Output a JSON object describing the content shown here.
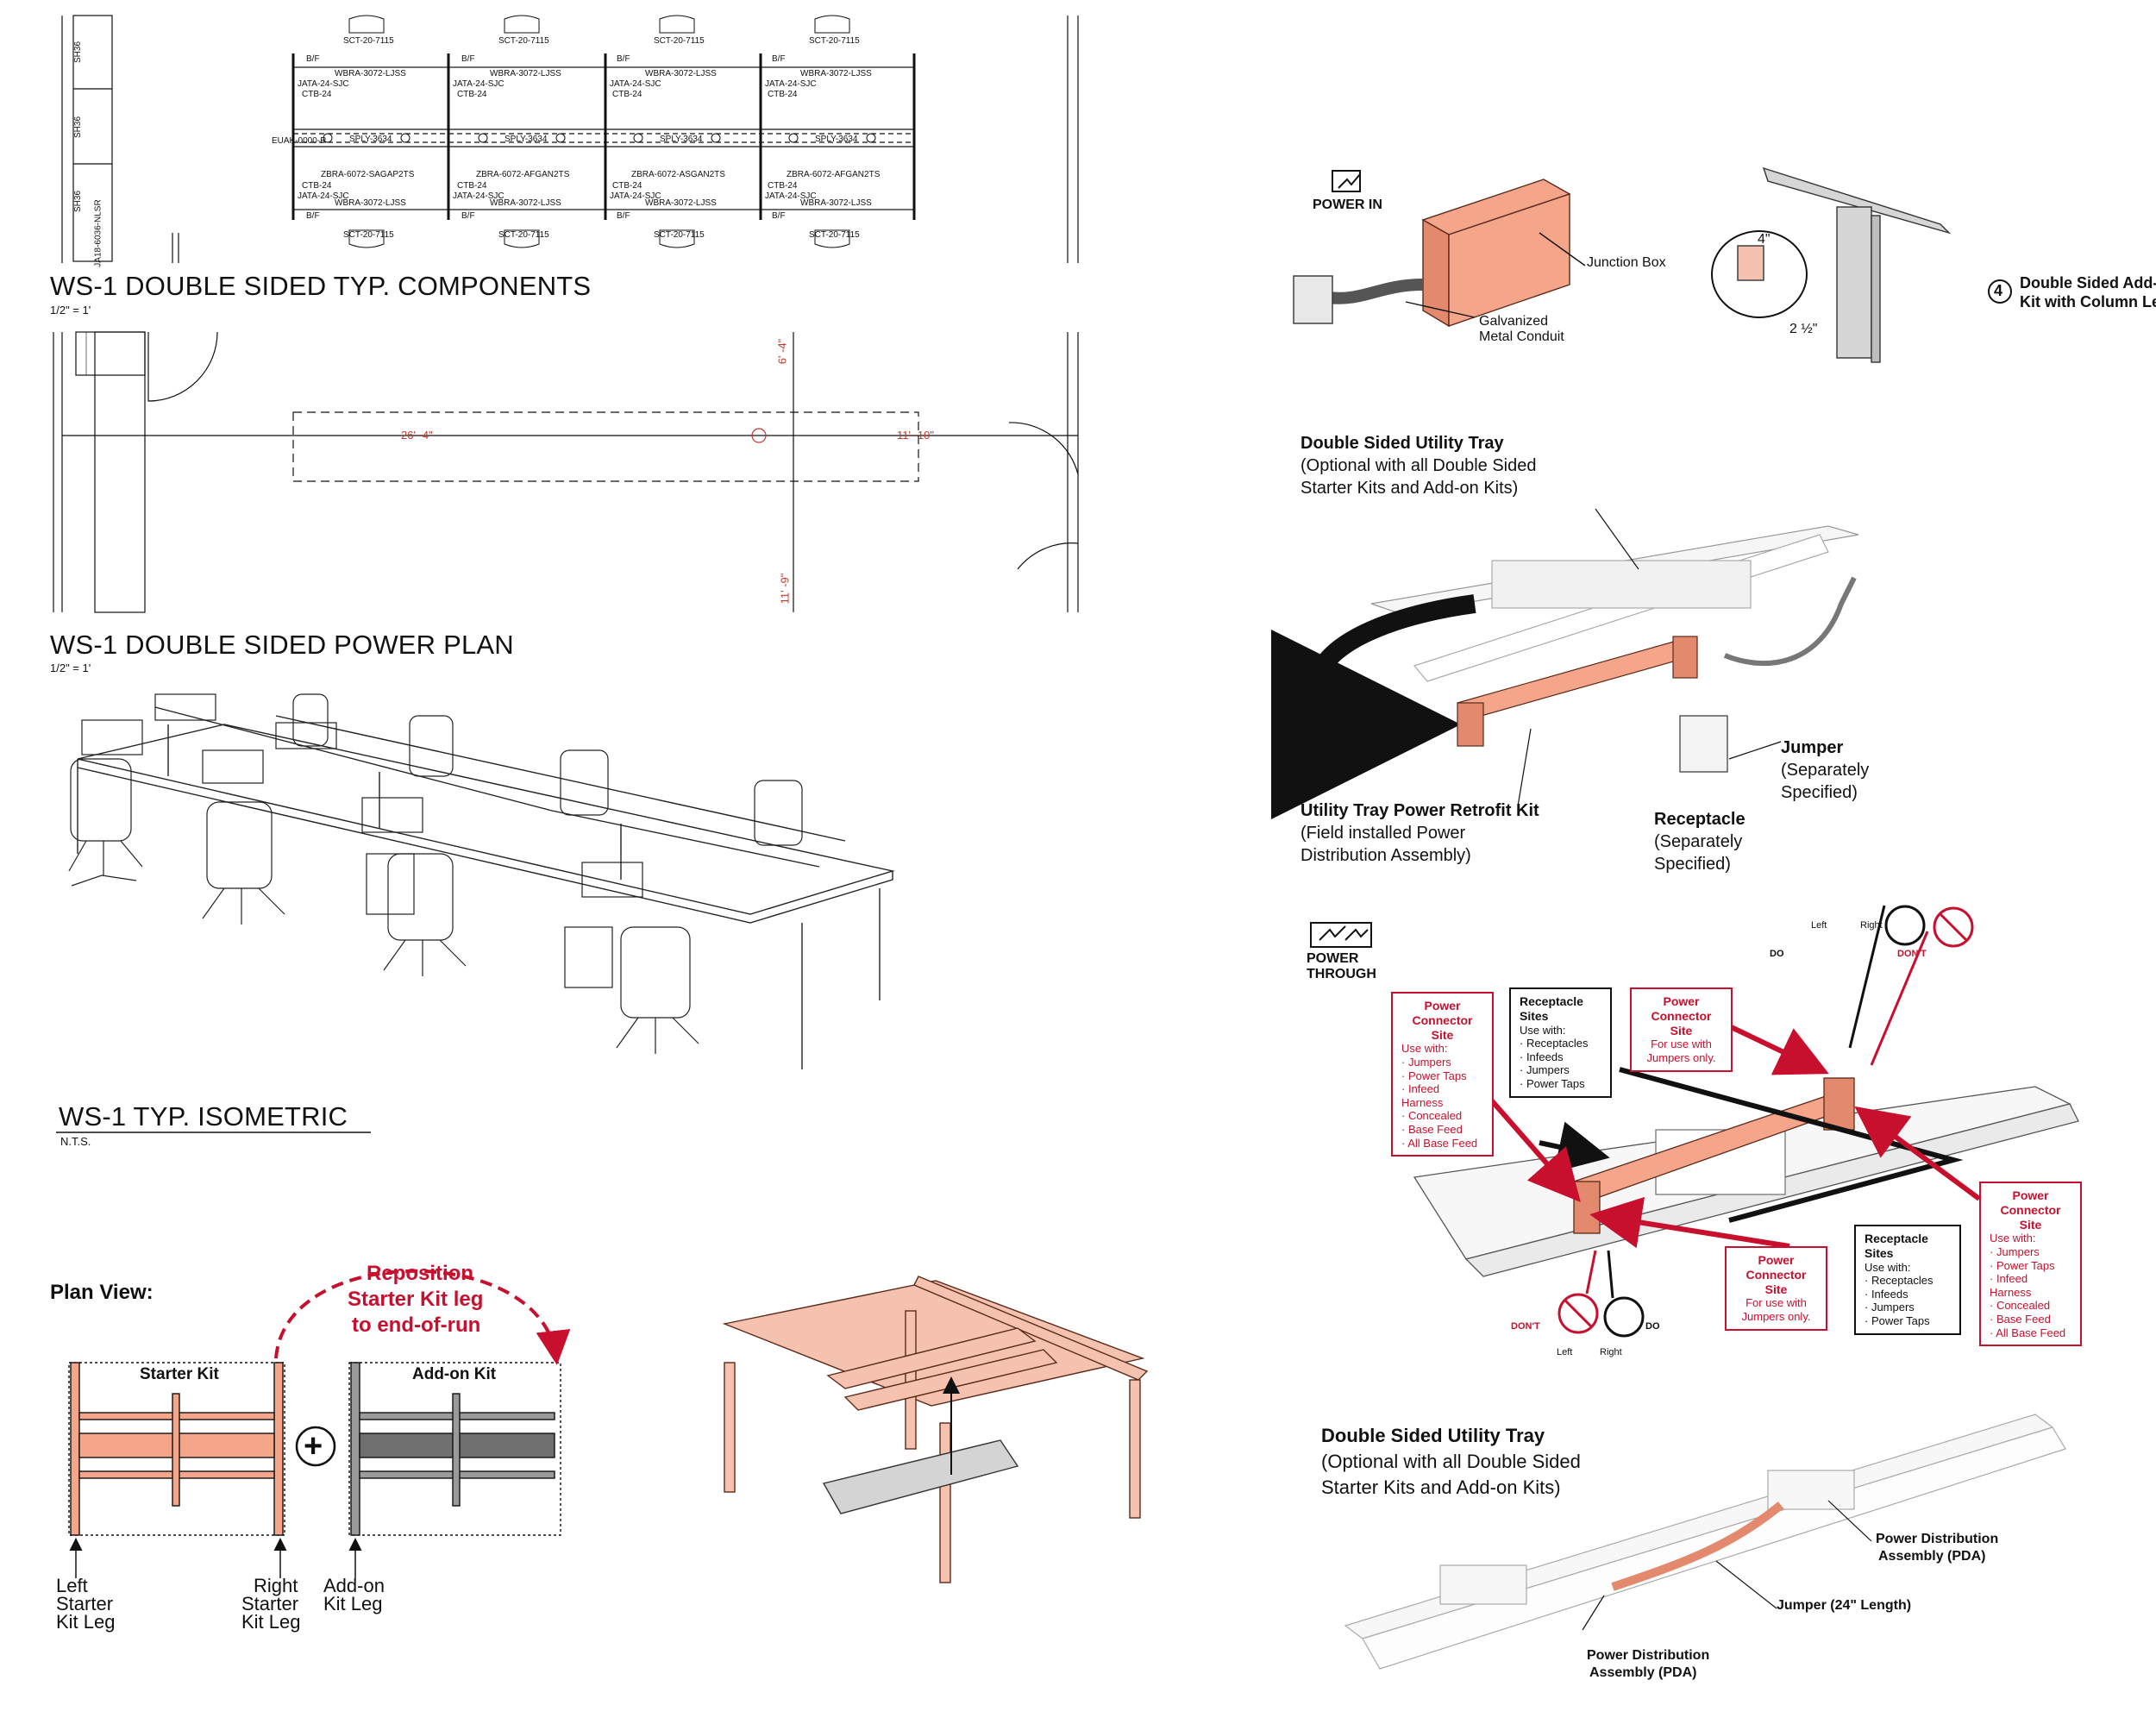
{
  "titles": {
    "components": "WS-1 DOUBLE SIDED TYP. COMPONENTS",
    "components_scale": "1/2\" = 1'",
    "power_plan": "WS-1 DOUBLE SIDED POWER PLAN",
    "power_plan_scale": "1/2\" = 1'",
    "isometric": "WS-1 TYP. ISOMETRIC",
    "isometric_scale": "N.T.S."
  },
  "components_plan": {
    "chair_tag": "SCT-20-7115",
    "bf_tag": "B/F",
    "top_label": "WBRA-3072-LJSS",
    "bottom_label": "WBRA-3072-LJSS",
    "leg_tag": "JATA-24-SJC",
    "ctb_tag": "CTB-24",
    "spine_label": "SPLY-3634",
    "feed_tag": "EUAK-0000-R",
    "screen_labels": [
      "ZBRA-6072-SAGAP2TS",
      "ZBRA-6072-AFGAN2TS",
      "ZBRA-6072-ASGAN2TS",
      "ZBRA-6072-AFGAN2TS"
    ],
    "side_tags": [
      "SH36",
      "SH36",
      "SH36"
    ],
    "side_tag_long": "JA18-6036-NLSR"
  },
  "power_plan": {
    "dim_left": "26' -4\"",
    "dim_right": "11' -10\"",
    "dim_top": "6' -4\"",
    "dim_bottom": "11' -9\""
  },
  "plan_view": {
    "heading": "Plan View:",
    "reposition_line1": "Reposition",
    "reposition_line2": "Starter Kit leg",
    "reposition_line3": "to end-of-run",
    "starter_kit": "Starter Kit",
    "addon_kit": "Add-on Kit",
    "left_leg_l1": "Left",
    "left_leg_l2": "Starter",
    "left_leg_l3": "Kit Leg",
    "right_leg_l1": "Right",
    "right_leg_l2": "Starter",
    "right_leg_l3": "Kit Leg",
    "addon_leg_l1": "Add-on",
    "addon_leg_l2": "Kit Leg",
    "plus": "+"
  },
  "power_in": {
    "label": "POWER IN",
    "junction_box": "Junction Box",
    "conduit_l1": "Galvanized",
    "conduit_l2": "Metal Conduit",
    "step_number": "4",
    "addon_l1": "Double Sided Add-On",
    "addon_l2": "Kit with Column Leg",
    "dim_4": "4\"",
    "dim_2_5": "2 ½\""
  },
  "utility_tray_1": {
    "title": "Double Sided Utility Tray",
    "sub_l1": "(Optional with all Double Sided",
    "sub_l2": "Starter Kits and Add-on Kits)",
    "retrofit_title": "Utility Tray Power Retrofit Kit",
    "retrofit_l1": "(Field installed Power",
    "retrofit_l2": "Distribution Assembly)",
    "jumper_title": "Jumper",
    "jumper_l1": "(Separately",
    "jumper_l2": "Specified)",
    "receptacle_title": "Receptacle",
    "receptacle_l1": "(Separately",
    "receptacle_l2": "Specified)"
  },
  "power_through": {
    "label_l1": "POWER",
    "label_l2": "THROUGH",
    "left": "Left",
    "right": "Right",
    "do": "DO",
    "dont": "DON'T",
    "pcs_title_l1": "Power",
    "pcs_title_l2": "Connector Site",
    "pcs_use": "Use with:",
    "pcs_items": [
      "Jumpers",
      "Power Taps",
      "Infeed Harness",
      "Concealed",
      "Base Feed",
      "All Base Feed"
    ],
    "pcs_jumpers_l1": "For use with",
    "pcs_jumpers_l2": "Jumpers only.",
    "rs_title": "Receptacle Sites",
    "rs_use": "Use with:",
    "rs_items": [
      "Receptacles",
      "Infeeds",
      "Jumpers",
      "Power Taps"
    ]
  },
  "utility_tray_2": {
    "title": "Double Sided Utility Tray",
    "sub_l1": "(Optional with all Double Sided",
    "sub_l2": "Starter Kits and Add-on Kits)",
    "pda_l1": "Power Distribution",
    "pda_l2": "Assembly (PDA)",
    "jumper": "Jumper (24\" Length)"
  },
  "colors": {
    "accent_red": "#c8102e",
    "salmon": "#f4a58a",
    "line": "#1a1a1a"
  }
}
